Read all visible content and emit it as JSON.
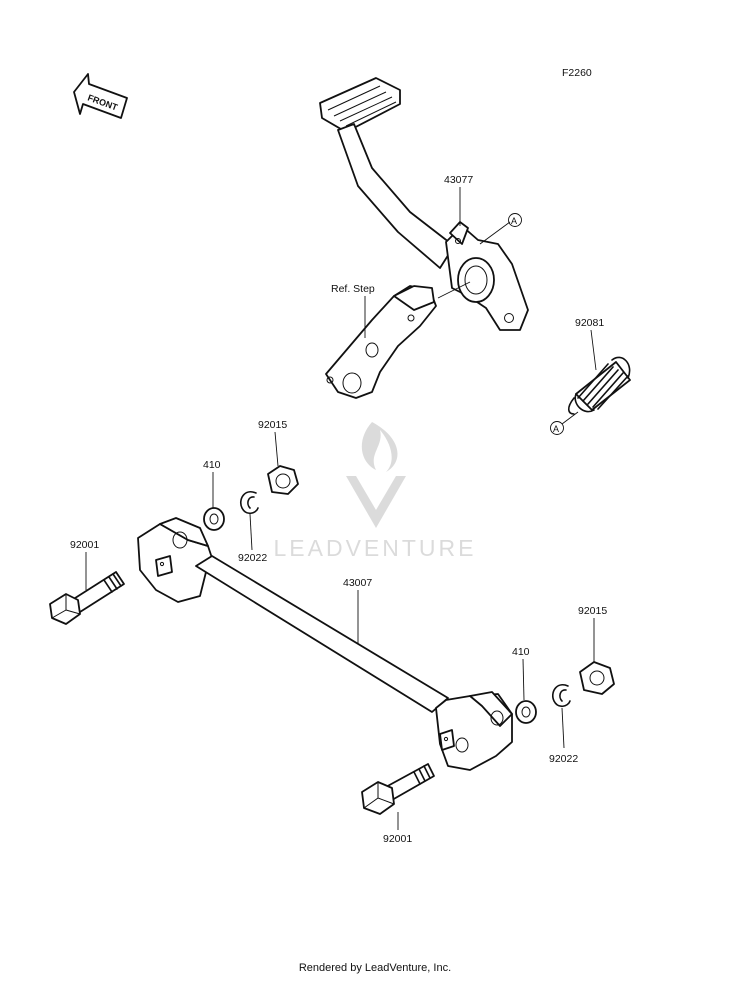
{
  "diagram_code": "F2260",
  "front_label": "FRONT",
  "ref_step_label": "Ref. Step",
  "ref_marker_letter": "A",
  "watermark_brand": "LEADVENTURE",
  "parts": {
    "pedal": "43077",
    "spring": "92081",
    "rod": "43007",
    "upper_nut": "92015",
    "upper_washer": "410",
    "upper_clip": "92022",
    "upper_bolt": "92001",
    "lower_nut": "92015",
    "lower_washer": "410",
    "lower_clip": "92022",
    "lower_bolt": "92001"
  },
  "footer": "Rendered by LeadVenture, Inc."
}
